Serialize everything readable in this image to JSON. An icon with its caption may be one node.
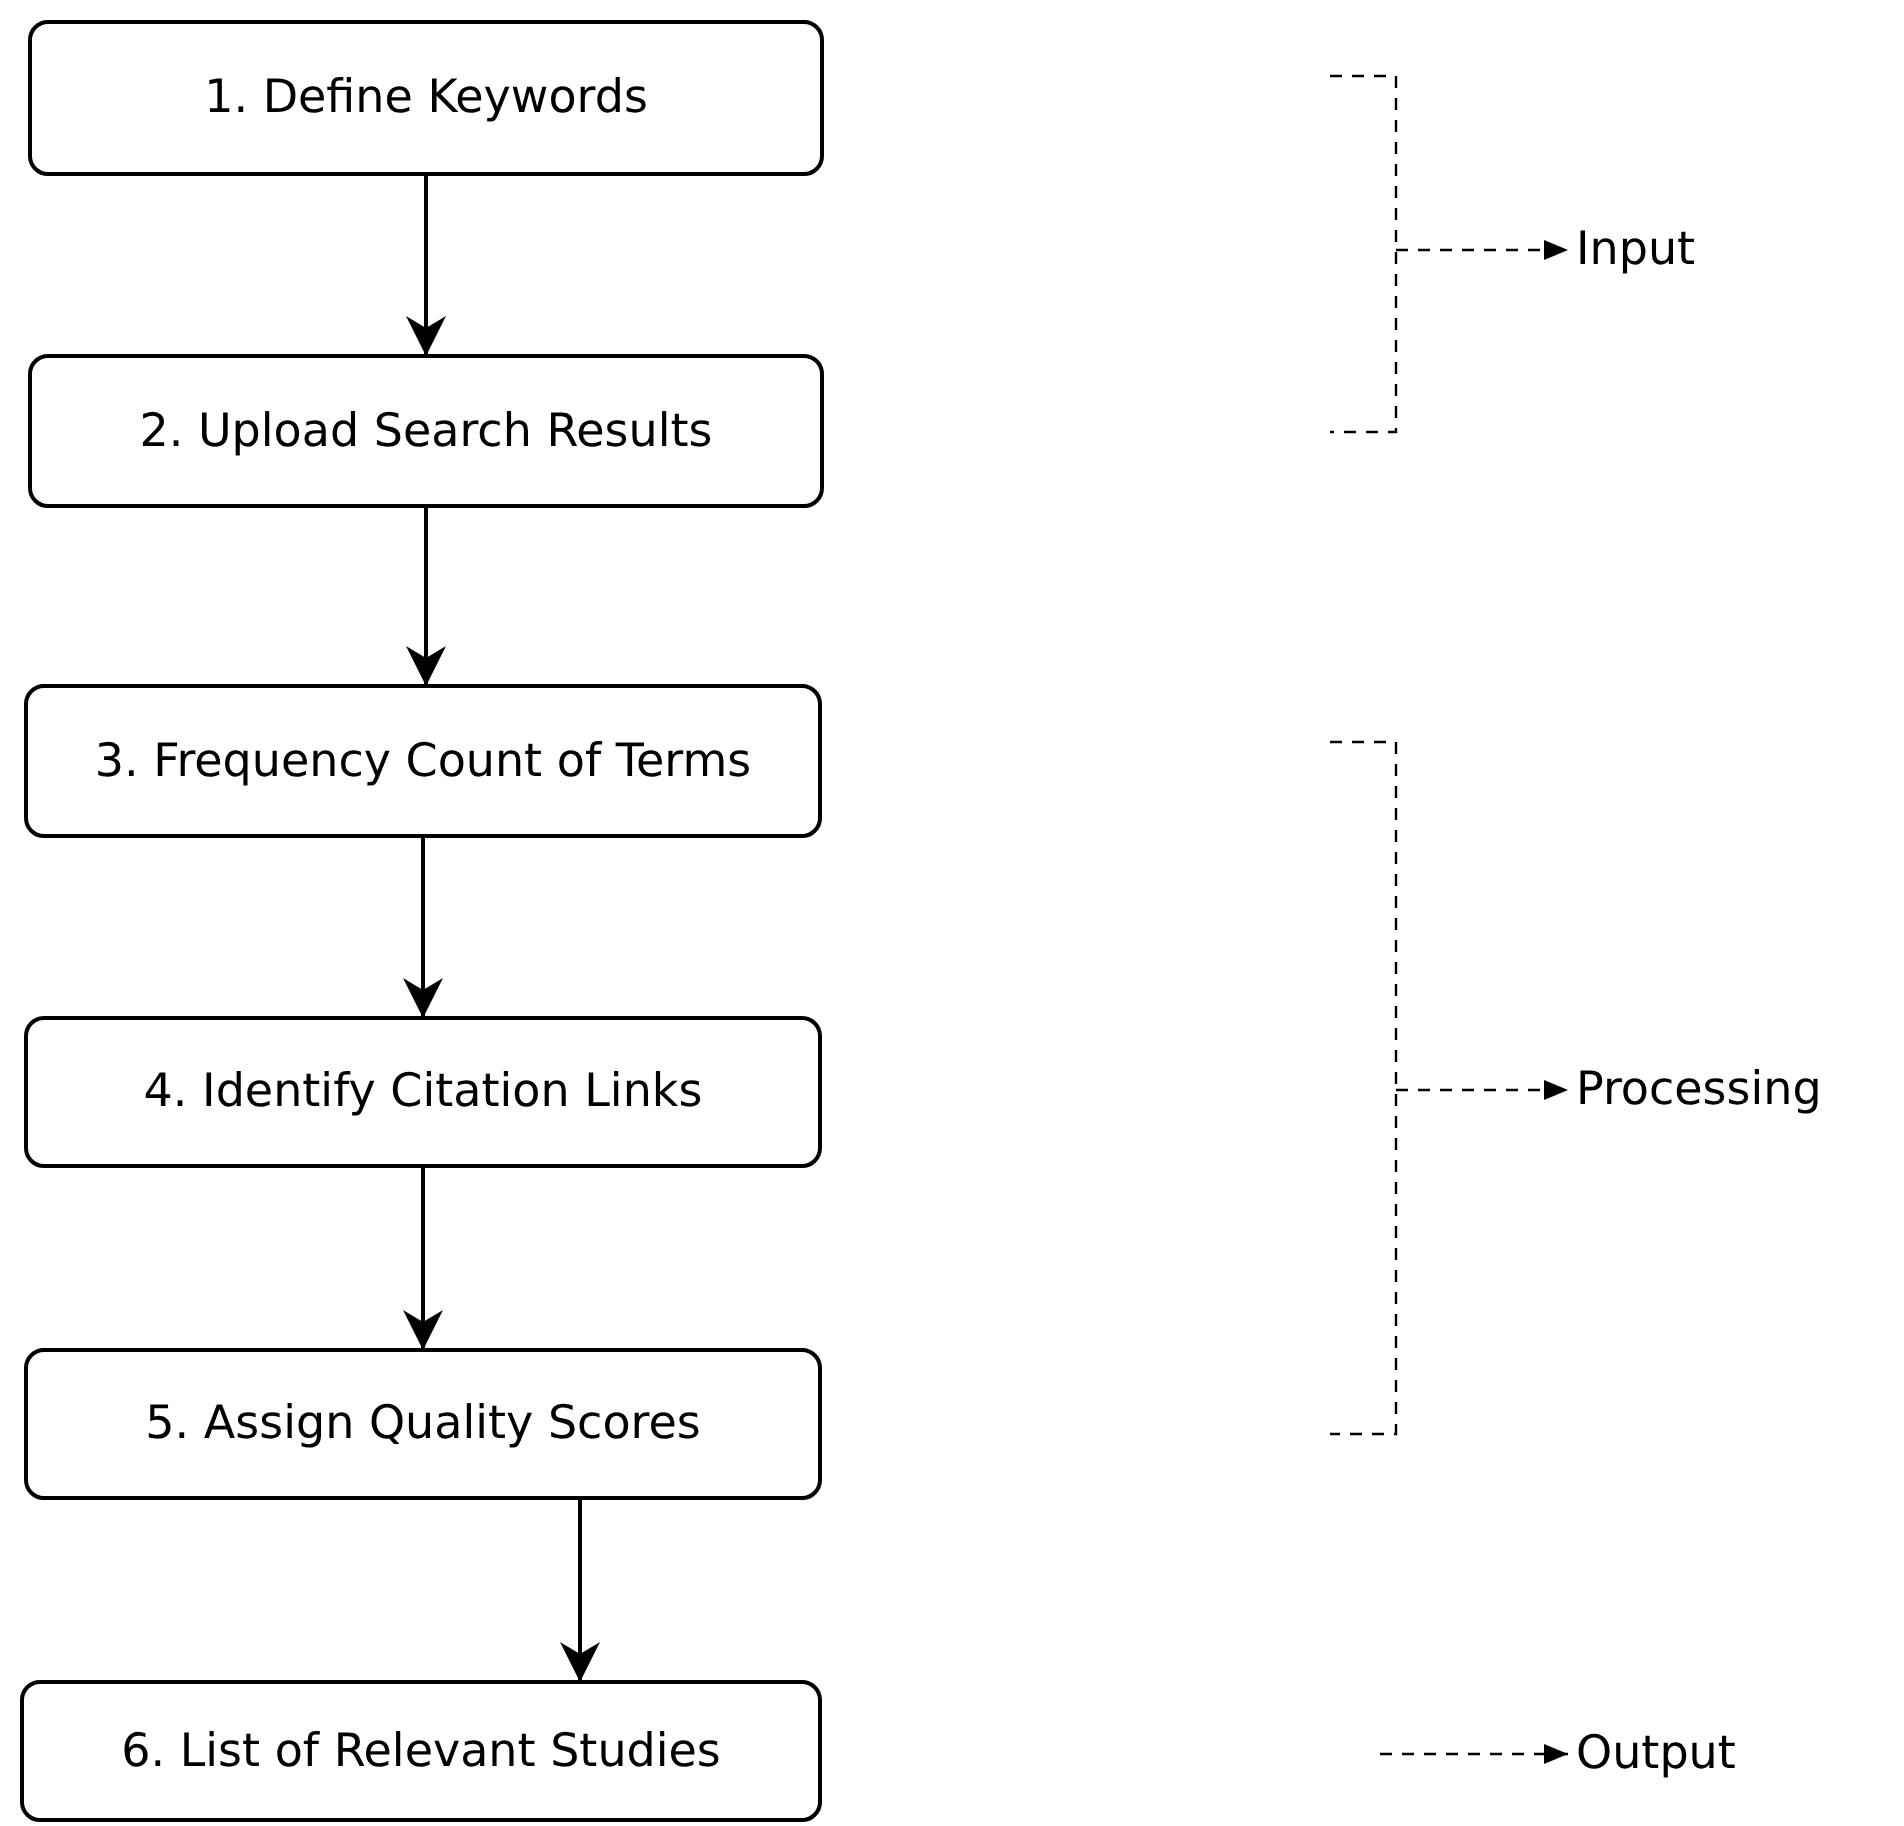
{
  "diagram": {
    "nodes": [
      {
        "text": [
          "1.  Define Keywords"
        ]
      },
      {
        "text": [
          "2.  Upload Search Results"
        ]
      },
      {
        "text": [
          "3. Frequency Count of Terms"
        ]
      },
      {
        "text": [
          "4. Identify Citation Links"
        ]
      },
      {
        "text": [
          "5. Assign Quality Scores"
        ]
      },
      {
        "text": [
          "6. List of Relevant Studies"
        ]
      },
      {
        "text": [
          "Input"
        ]
      },
      {
        "text": [
          "Processing"
        ]
      },
      {
        "text": [
          "Output"
        ]
      },
      {
        "text": [],
        "shape": "bracket"
      },
      {
        "text": [],
        "shape": "bracket"
      }
    ],
    "edges": [
      {
        "from": 0,
        "to": 1,
        "arrow": "to"
      },
      {
        "from": 1,
        "to": 2,
        "arrow": "to"
      },
      {
        "from": 2,
        "to": 3,
        "arrow": "to"
      },
      {
        "from": 3,
        "to": 4,
        "arrow": "to"
      },
      {
        "from": 4,
        "to": 5,
        "arrow": "to"
      },
      {
        "from": 9,
        "to": 6,
        "arrow": "to",
        "style": "dashed"
      },
      {
        "from": 10,
        "to": 7,
        "arrow": "to",
        "style": "dashed"
      },
      {
        "from": null,
        "to": 8,
        "arrow": "to",
        "style": "dashed"
      }
    ]
  }
}
